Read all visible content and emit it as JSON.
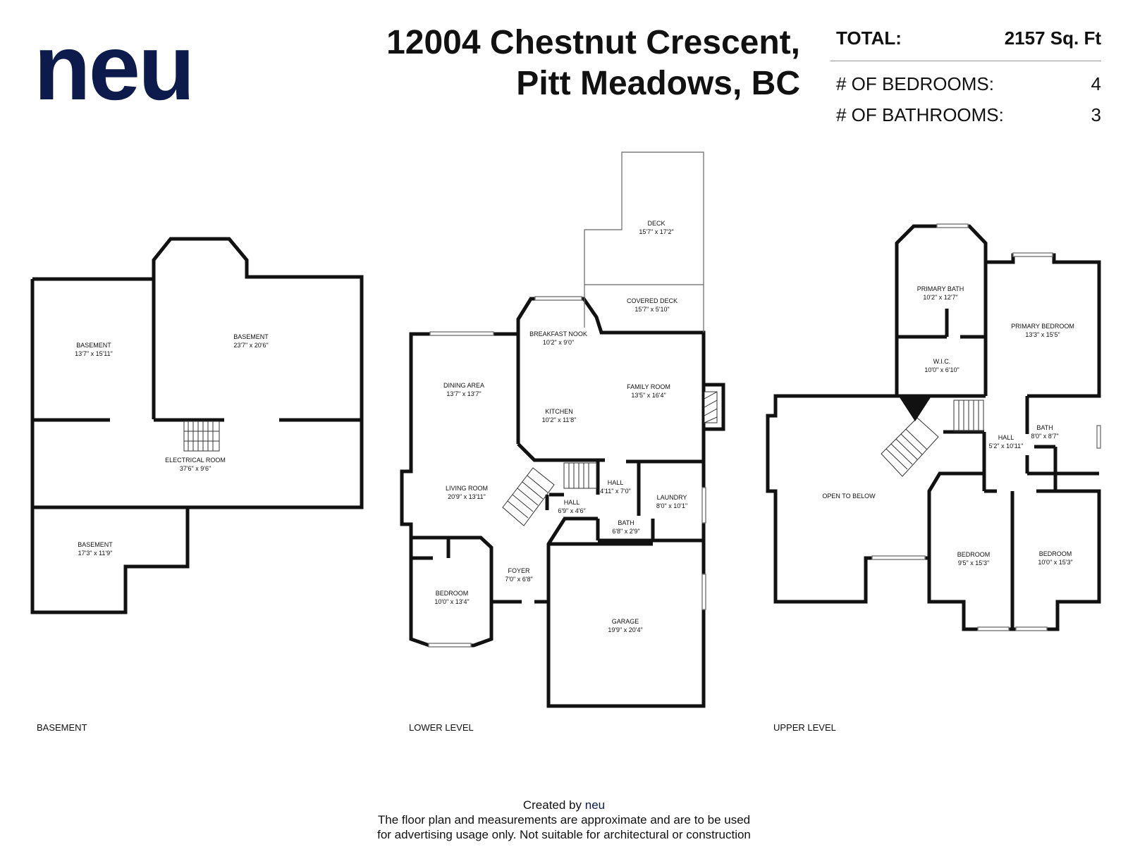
{
  "brand": {
    "logo_text": "neu",
    "color": "#0d1b4c"
  },
  "address": {
    "line1": "12004 Chestnut Crescent,",
    "line2": "Pitt Meadows, BC"
  },
  "stats": {
    "total_label": "TOTAL:",
    "total_value": "2157 Sq. Ft",
    "bedrooms_label": "# OF BEDROOMS:",
    "bedrooms_value": "4",
    "bathrooms_label": "# OF BATHROOMS:",
    "bathrooms_value": "3"
  },
  "levels": {
    "basement": "BASEMENT",
    "lower": "LOWER LEVEL",
    "upper": "UPPER LEVEL"
  },
  "rooms": {
    "basement_nw": {
      "name": "BASEMENT",
      "size": "13'7\" x 15'11\""
    },
    "basement_ne": {
      "name": "BASEMENT",
      "size": "23'7\" x 20'6\""
    },
    "electrical": {
      "name": "ELECTRICAL ROOM",
      "size": "37'6\" x 9'6\""
    },
    "basement_sw": {
      "name": "BASEMENT",
      "size": "17'3\" x 11'9\""
    },
    "deck": {
      "name": "DECK",
      "size": "15'7\" x 17'2\""
    },
    "covered_deck": {
      "name": "COVERED DECK",
      "size": "15'7\" x 5'10\""
    },
    "breakfast_nook": {
      "name": "BREAKFAST NOOK",
      "size": "10'2\" x 9'0\""
    },
    "dining_area": {
      "name": "DINING AREA",
      "size": "13'7\" x 13'7\""
    },
    "family_room": {
      "name": "FAMILY ROOM",
      "size": "13'5\" x 16'4\""
    },
    "kitchen": {
      "name": "KITCHEN",
      "size": "10'2\" x 11'8\""
    },
    "living_room": {
      "name": "LIVING ROOM",
      "size": "20'9\" x 13'11\""
    },
    "hall_lower_1": {
      "name": "HALL",
      "size": "4'11\" x 7'0\""
    },
    "hall_lower_2": {
      "name": "HALL",
      "size": "6'9\" x 4'6\""
    },
    "laundry": {
      "name": "LAUNDRY",
      "size": "8'0\" x 10'1\""
    },
    "bath_lower": {
      "name": "BATH",
      "size": "6'8\" x 2'9\""
    },
    "foyer": {
      "name": "FOYER",
      "size": "7'0\" x 6'8\""
    },
    "bedroom_lower": {
      "name": "BEDROOM",
      "size": "10'0\" x 13'4\""
    },
    "garage": {
      "name": "GARAGE",
      "size": "19'9\" x 20'4\""
    },
    "primary_bath": {
      "name": "PRIMARY BATH",
      "size": "10'2\" x 12'7\""
    },
    "primary_bedroom": {
      "name": "PRIMARY BEDROOM",
      "size": "13'3\" x 15'5\""
    },
    "wic": {
      "name": "W.I.C.",
      "size": "10'0\" x 6'10\""
    },
    "bath_upper": {
      "name": "BATH",
      "size": "8'0\" x 8'7\""
    },
    "hall_upper": {
      "name": "HALL",
      "size": "5'2\" x 10'11\""
    },
    "open_to_below": {
      "name": "OPEN TO BELOW"
    },
    "bedroom_upper_1": {
      "name": "BEDROOM",
      "size": "9'5\" x 15'3\""
    },
    "bedroom_upper_2": {
      "name": "BEDROOM",
      "size": "10'0\" x 15'3\""
    }
  },
  "footer": {
    "created_prefix": "Created by ",
    "created_brand": "neu",
    "line2": "The floor plan and measurements are approximate and are to be used",
    "line3": "for advertising usage only. Not suitable for architectural or construction"
  }
}
